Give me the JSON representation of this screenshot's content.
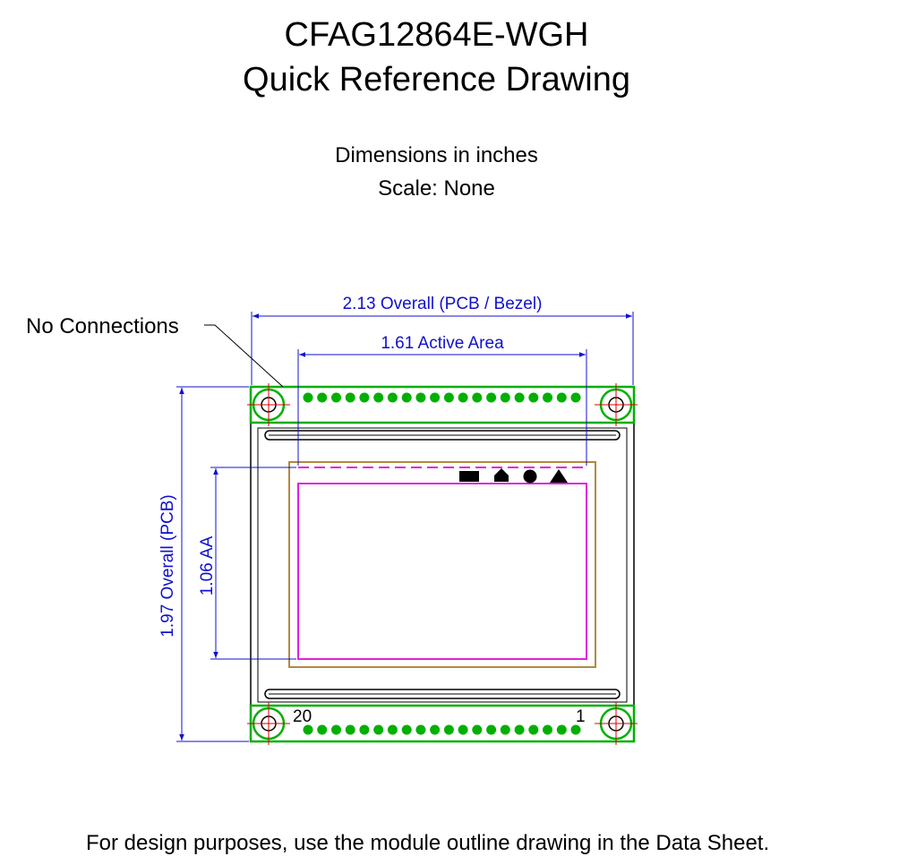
{
  "title": {
    "line1": "CFAG12864E-WGH",
    "line2": "Quick Reference Drawing"
  },
  "subtitle": {
    "line1": "Dimensions in inches",
    "line2": "Scale: None"
  },
  "drawing": {
    "callout_label": "No Connections",
    "dim_overall_width": "2.13 Overall (PCB / Bezel)",
    "dim_active_width": "1.61 Active Area",
    "dim_overall_height": "1.97 Overall (PCB)",
    "dim_active_height": "1.06 AA",
    "pin_label_left": "20",
    "pin_label_right": "1",
    "pin_count": 20,
    "colors": {
      "dimension": "#1010d0",
      "pcb": "#00b000",
      "bezel": "#b08a3c",
      "active_area": "#e020e0",
      "hole_crosshair": "#e00000",
      "outline": "#000000"
    }
  },
  "footer": {
    "note": "For design purposes, use the module outline drawing in the Data Sheet."
  }
}
